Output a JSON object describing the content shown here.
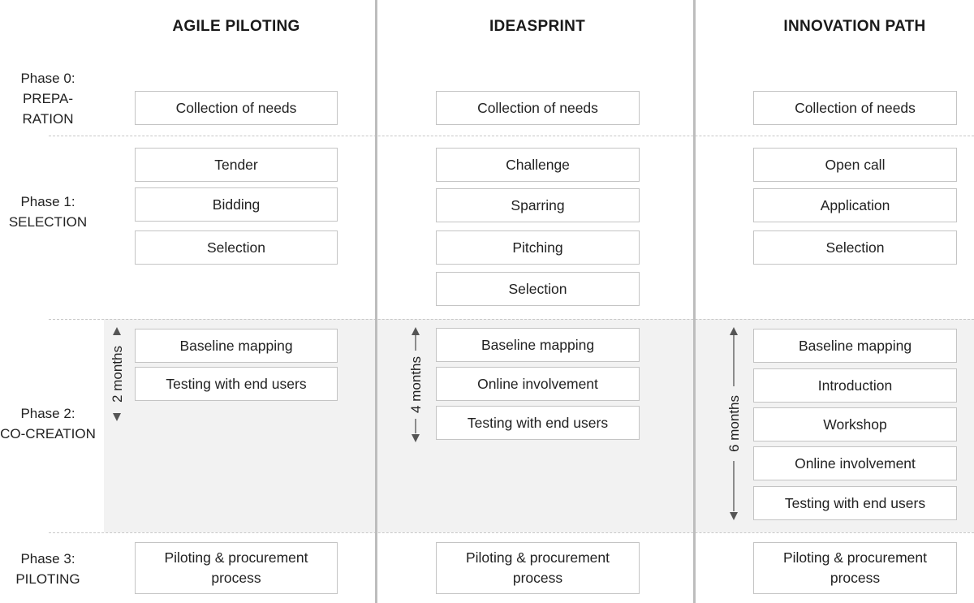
{
  "columns": [
    {
      "title": "AGILE PILOTING",
      "preparation": [
        "Collection of needs"
      ],
      "selection": [
        "Tender",
        "Bidding",
        "Selection"
      ],
      "cocreation": [
        "Baseline mapping",
        "Testing with end users"
      ],
      "duration": "2 months",
      "piloting": [
        "Piloting & procurement",
        "process"
      ]
    },
    {
      "title": "IDEASPRINT",
      "preparation": [
        "Collection of needs"
      ],
      "selection": [
        "Challenge",
        "Sparring",
        "Pitching",
        "Selection"
      ],
      "cocreation": [
        "Baseline mapping",
        "Online involvement",
        "Testing with end users"
      ],
      "duration": "4 months",
      "piloting": [
        "Piloting & procurement",
        "process"
      ]
    },
    {
      "title": "INNOVATION PATH",
      "preparation": [
        "Collection of needs"
      ],
      "selection": [
        "Open call",
        "Application",
        "Selection"
      ],
      "cocreation": [
        "Baseline mapping",
        "Introduction",
        "Workshop",
        "Online involvement",
        "Testing with end users"
      ],
      "duration": "6 months",
      "piloting": [
        "Piloting & procurement",
        "process"
      ]
    }
  ],
  "phases": [
    {
      "lines": [
        "Phase 0:",
        "PREPA-",
        "RATION"
      ]
    },
    {
      "lines": [
        "Phase 1:",
        "SELECTION"
      ]
    },
    {
      "lines": [
        "Phase 2:",
        "CO-CREATION"
      ]
    },
    {
      "lines": [
        "Phase 3:",
        "PILOTING"
      ]
    }
  ],
  "colors": {
    "box_border": "#c4c4c4",
    "divider": "#bdbdbd",
    "cocreation_shade": "#f2f2f2",
    "arrow": "#555555"
  }
}
